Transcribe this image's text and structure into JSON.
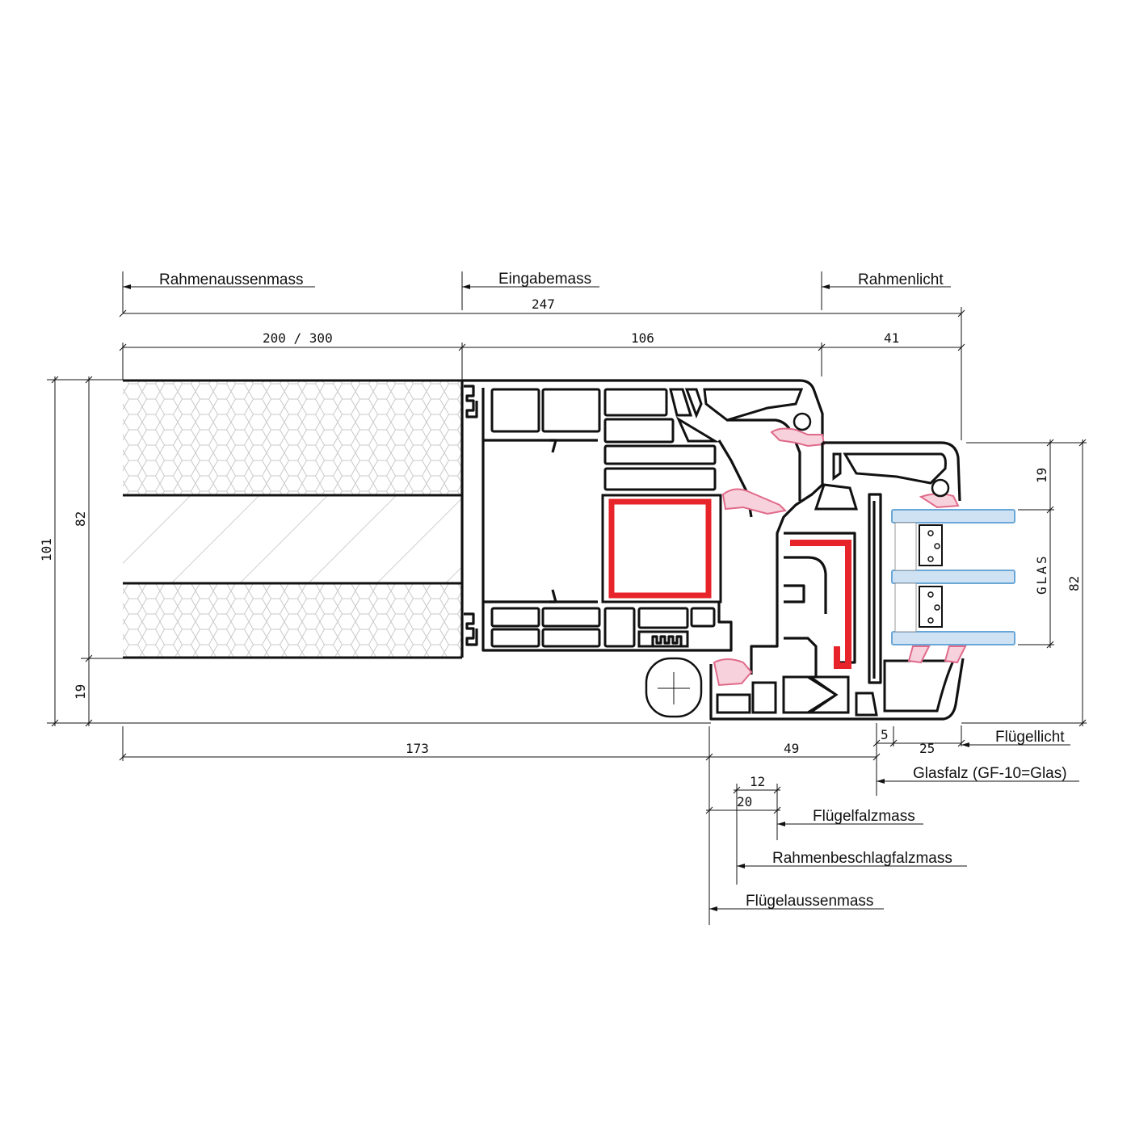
{
  "labels": {
    "top_left": "Rahmenaussenmass",
    "top_mid": "Eingabemass",
    "top_right": "Rahmenlicht",
    "glas_vertical": "GLAS",
    "fluegellicht": "Flügellicht",
    "glasfalz": "Glasfalz (GF-10=Glas)",
    "fluegelfalzmass": "Flügelfalzmass",
    "rahmenbeschlagfalzmass": "Rahmenbeschlagfalzmass",
    "fluegelaussenmass": "Flügelaussenmass"
  },
  "dimensions": {
    "total_top": "247",
    "seg_left": "200 / 300",
    "seg_mid": "106",
    "seg_right": "41",
    "left_outer": "101",
    "left_inner": "82",
    "left_bottom": "19",
    "right_top": "19",
    "right_inner": "82",
    "bottom_left": "173",
    "bottom_mid": "49",
    "bottom_small": "5",
    "bottom_right": "25",
    "sub_12": "12",
    "sub_20": "20"
  },
  "colors": {
    "steel_reinforcement": "#e8242b",
    "gasket": "#e06a8a",
    "glass": "#6aa7d6"
  }
}
